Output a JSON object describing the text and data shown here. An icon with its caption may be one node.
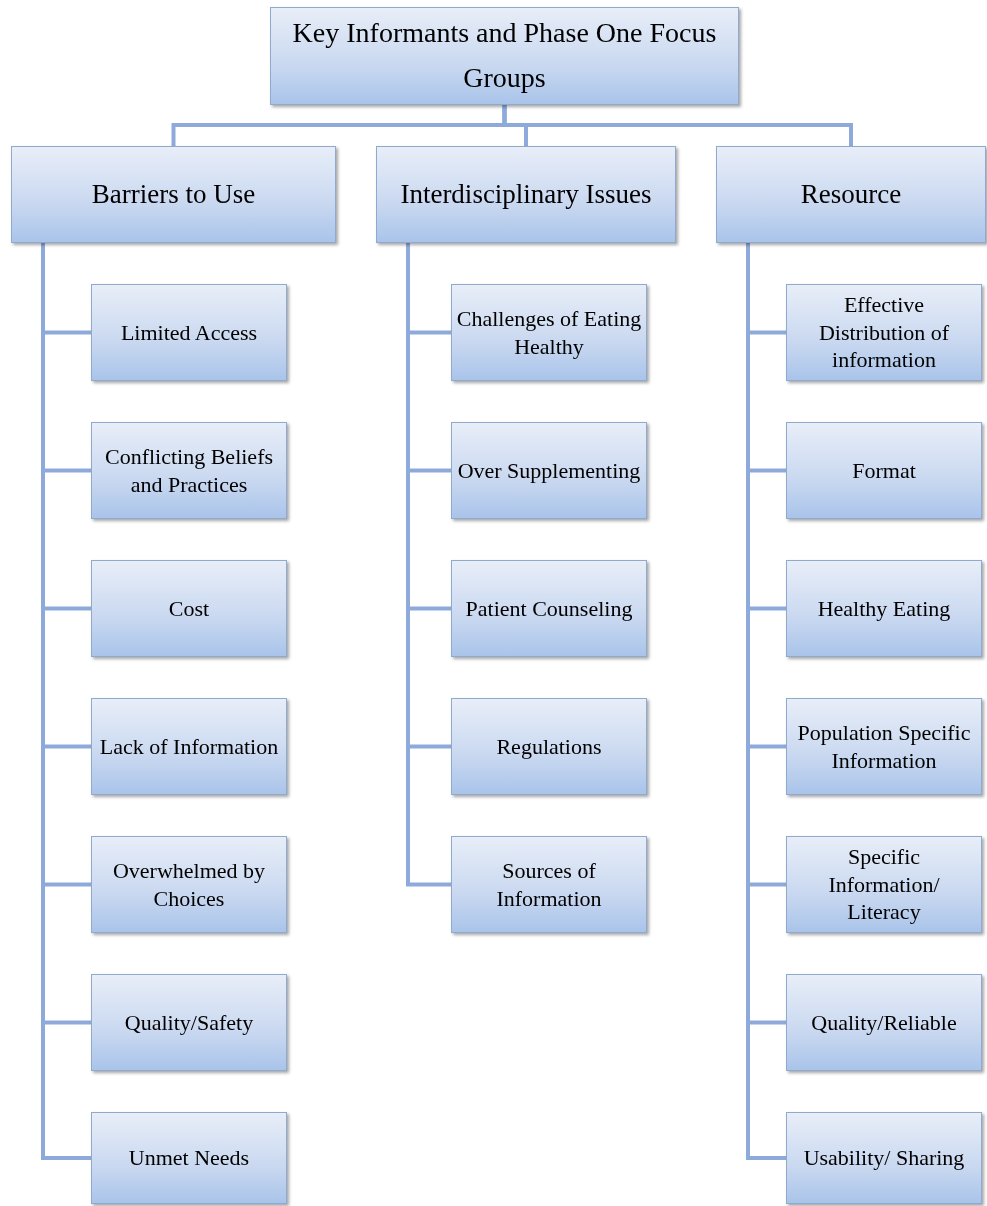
{
  "diagram": {
    "nodes": [
      {
        "text": [
          "Key Informants and Phase One Focus Groups"
        ]
      },
      {
        "text": [
          "Barriers to Use"
        ]
      },
      {
        "text": [
          "Interdisciplinary Issues"
        ]
      },
      {
        "text": [
          "Resource"
        ]
      },
      {
        "text": [
          "Limited Access"
        ]
      },
      {
        "text": [
          "Conflicting Beliefs and Practices"
        ]
      },
      {
        "text": [
          "Cost"
        ]
      },
      {
        "text": [
          "Lack of Information"
        ]
      },
      {
        "text": [
          "Overwhelmed by Choices"
        ]
      },
      {
        "text": [
          "Quality/Safety"
        ]
      },
      {
        "text": [
          "Unmet Needs"
        ]
      },
      {
        "text": [
          "Challenges of Eating Healthy"
        ]
      },
      {
        "text": [
          "Over Supplementing"
        ]
      },
      {
        "text": [
          "Patient Counseling"
        ]
      },
      {
        "text": [
          "Regulations"
        ]
      },
      {
        "text": [
          "Sources of Information"
        ]
      },
      {
        "text": [
          "Effective Distribution of information"
        ]
      },
      {
        "text": [
          "Format"
        ]
      },
      {
        "text": [
          "Healthy Eating"
        ]
      },
      {
        "text": [
          "Population Specific Information"
        ]
      },
      {
        "text": [
          "Specific Information/ Literacy"
        ]
      },
      {
        "text": [
          "Quality/Reliable"
        ]
      },
      {
        "text": [
          "Usability/ Sharing"
        ]
      }
    ],
    "edges": [
      {
        "from": 0,
        "to": 1,
        "arrow": "none"
      },
      {
        "from": 0,
        "to": 2,
        "arrow": "none"
      },
      {
        "from": 0,
        "to": 3,
        "arrow": "none"
      },
      {
        "from": 1,
        "to": 4,
        "arrow": "none"
      },
      {
        "from": 1,
        "to": 5,
        "arrow": "none"
      },
      {
        "from": 1,
        "to": 6,
        "arrow": "none"
      },
      {
        "from": 1,
        "to": 7,
        "arrow": "none"
      },
      {
        "from": 1,
        "to": 8,
        "arrow": "none"
      },
      {
        "from": 1,
        "to": 9,
        "arrow": "none"
      },
      {
        "from": 1,
        "to": 10,
        "arrow": "none"
      },
      {
        "from": 2,
        "to": 11,
        "arrow": "none"
      },
      {
        "from": 2,
        "to": 12,
        "arrow": "none"
      },
      {
        "from": 2,
        "to": 13,
        "arrow": "none"
      },
      {
        "from": 2,
        "to": 14,
        "arrow": "none"
      },
      {
        "from": 2,
        "to": 15,
        "arrow": "none"
      },
      {
        "from": 3,
        "to": 16,
        "arrow": "none"
      },
      {
        "from": 3,
        "to": 17,
        "arrow": "none"
      },
      {
        "from": 3,
        "to": 18,
        "arrow": "none"
      },
      {
        "from": 3,
        "to": 19,
        "arrow": "none"
      },
      {
        "from": 3,
        "to": 20,
        "arrow": "none"
      },
      {
        "from": 3,
        "to": 21,
        "arrow": "none"
      },
      {
        "from": 3,
        "to": 22,
        "arrow": "none"
      }
    ]
  }
}
